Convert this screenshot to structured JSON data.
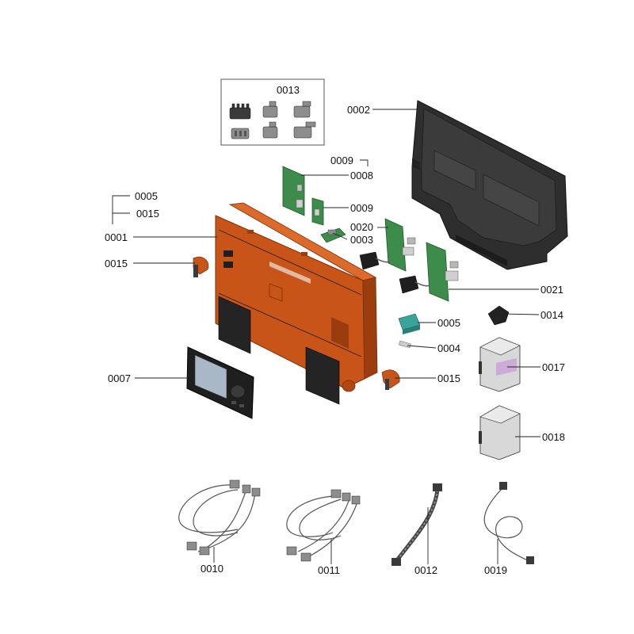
{
  "diagram": {
    "colors": {
      "housing_orange": "#c85418",
      "housing_orange_dark": "#9c3d0e",
      "housing_orange_light": "#dc6a2a",
      "cover_black": "#2a2a2a",
      "pcb_green": "#3d8c4c",
      "connector_teal": "#3aa39a",
      "module_grey": "#d8d8d8",
      "display_screen": "#a9b7c6"
    },
    "parts": [
      {
        "id": "p0001",
        "label": "0001"
      },
      {
        "id": "p0002",
        "label": "0002"
      },
      {
        "id": "p0003",
        "label": "0003"
      },
      {
        "id": "p0004",
        "label": "0004"
      },
      {
        "id": "p0005a",
        "label": "0005"
      },
      {
        "id": "p0005b",
        "label": "0005"
      },
      {
        "id": "p0007",
        "label": "0007"
      },
      {
        "id": "p0008",
        "label": "0008"
      },
      {
        "id": "p0009a",
        "label": "0009"
      },
      {
        "id": "p0009b",
        "label": "0009"
      },
      {
        "id": "p0010",
        "label": "0010"
      },
      {
        "id": "p0011",
        "label": "0011"
      },
      {
        "id": "p0012",
        "label": "0012"
      },
      {
        "id": "p0013",
        "label": "0013"
      },
      {
        "id": "p0014",
        "label": "0014"
      },
      {
        "id": "p0015a",
        "label": "0015"
      },
      {
        "id": "p0015b",
        "label": "0015"
      },
      {
        "id": "p0015c",
        "label": "0015"
      },
      {
        "id": "p0017",
        "label": "0017"
      },
      {
        "id": "p0018",
        "label": "0018"
      },
      {
        "id": "p0019",
        "label": "0019"
      },
      {
        "id": "p0020",
        "label": "0020"
      },
      {
        "id": "p0021",
        "label": "0021"
      }
    ]
  }
}
